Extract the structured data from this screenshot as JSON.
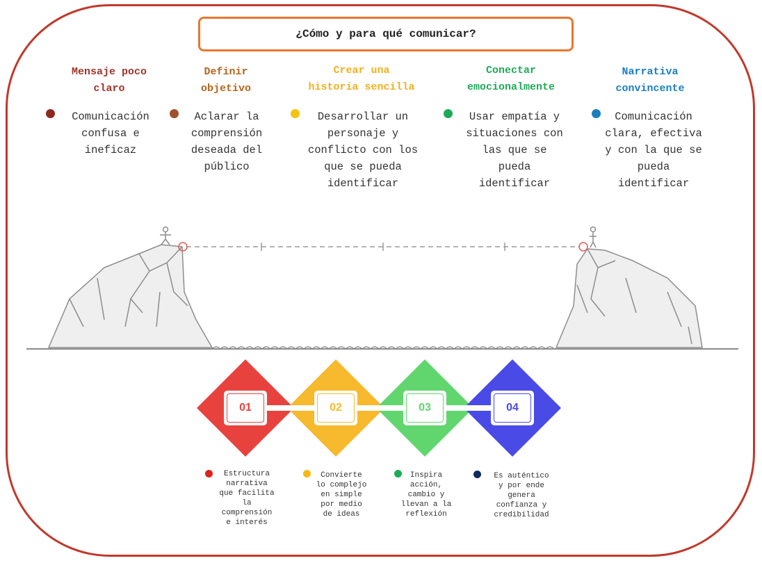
{
  "title": "¿Cómo y para qué comunicar?",
  "columns": [
    {
      "heading_lines": [
        "Mensaje poco",
        "claro"
      ],
      "color": "#a0362a",
      "dot_color": "#8b2a1e",
      "lines": [
        "Comunicación",
        "confusa e",
        "ineficaz"
      ]
    },
    {
      "heading_lines": [
        "Definir",
        "objetivo"
      ],
      "color": "#b5651d",
      "dot_color": "#a0522d",
      "lines": [
        "Aclarar la",
        "comprensión",
        "deseada del",
        "público"
      ]
    },
    {
      "heading_lines": [
        "Crear una",
        "historia sencilla"
      ],
      "color": "#f2b01e",
      "dot_color": "#f5c211",
      "lines": [
        "Desarrollar un",
        "personaje y",
        "conflicto con los",
        "que se pueda",
        "identificar"
      ]
    },
    {
      "heading_lines": [
        "Conectar",
        "emocionalmente"
      ],
      "color": "#1faa59",
      "dot_color": "#1faa59",
      "lines": [
        "Usar empatía y",
        "situaciones con",
        "las que se",
        "pueda",
        "identificar"
      ]
    },
    {
      "heading_lines": [
        "Narrativa",
        "convincente"
      ],
      "color": "#1a7fc1",
      "dot_color": "#1a7fc1",
      "lines": [
        "Comunicación",
        "clara, efectiva",
        "y con la que se",
        "pueda",
        "identificar"
      ]
    }
  ],
  "steps": [
    {
      "number": "01",
      "color": "#e8423f"
    },
    {
      "number": "02",
      "color": "#f7b92e"
    },
    {
      "number": "03",
      "color": "#62d66e"
    },
    {
      "number": "04",
      "color": "#4a4ae6"
    }
  ],
  "notes": [
    {
      "lines": [
        "Estructura",
        "narrativa",
        "que facilita",
        "la",
        "comprensión",
        "e interés"
      ],
      "dot_color": "#e0221e"
    },
    {
      "lines": [
        "Convierte",
        "lo complejo",
        "en simple",
        "por medio",
        "de ideas"
      ],
      "dot_color": "#f5b915"
    },
    {
      "lines": [
        "Inspira",
        "acción,",
        "cambio y",
        "llevan a la",
        "reflexión"
      ],
      "dot_color": "#1faa59"
    },
    {
      "lines": [
        "Es auténtico",
        "y por ende",
        "genera",
        "confianza y",
        "credibilidad"
      ],
      "dot_color": "#0f2a5e"
    }
  ],
  "icons": {
    "left_figure": "person-icon",
    "right_figure": "person-icon"
  }
}
